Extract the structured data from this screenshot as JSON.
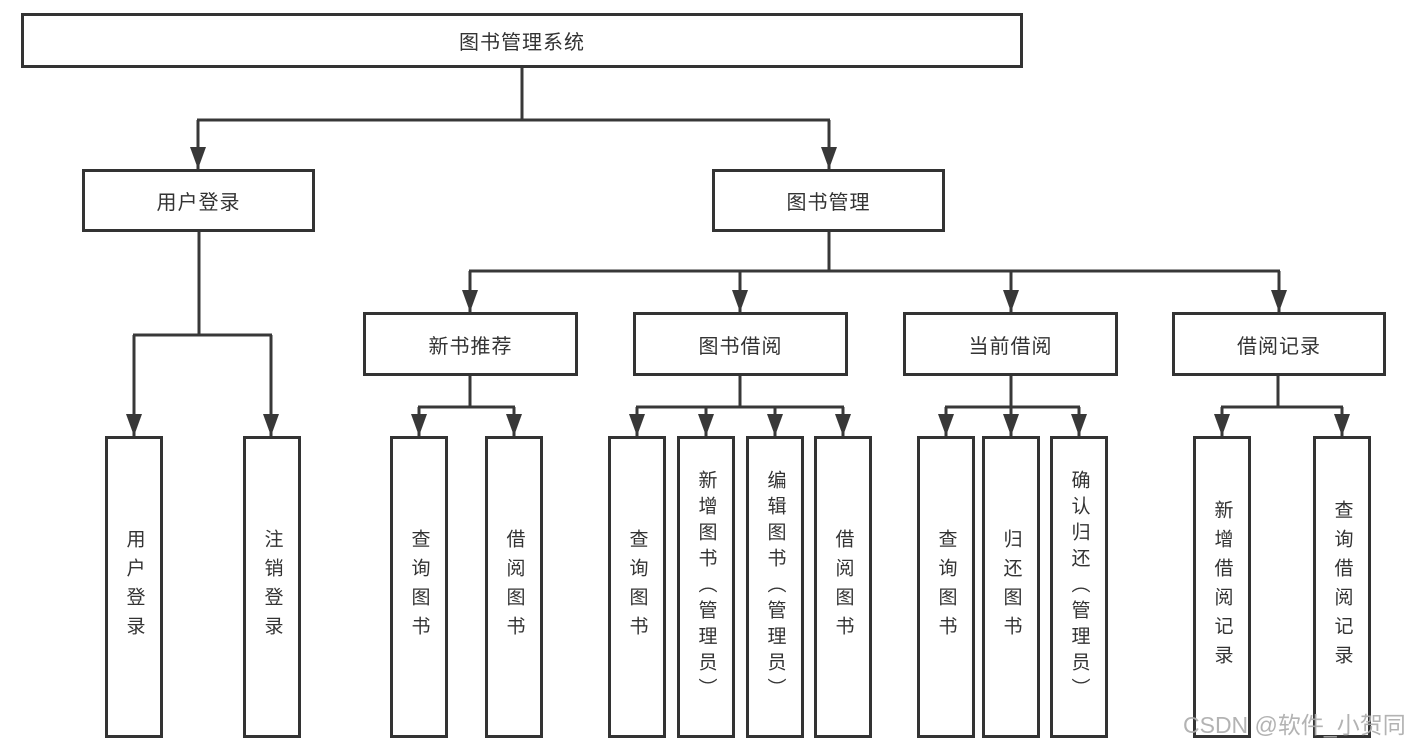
{
  "tree": {
    "root": "图书管理系统",
    "branches": [
      {
        "label": "用户登录",
        "children": [
          "用户登录",
          "注销登录"
        ]
      },
      {
        "label": "图书管理",
        "children": [
          {
            "label": "新书推荐",
            "children": [
              "查询图书",
              "借阅图书"
            ]
          },
          {
            "label": "图书借阅",
            "children": [
              "查询图书",
              "新增图书（管理员）",
              "编辑图书（管理员）",
              "借阅图书"
            ]
          },
          {
            "label": "当前借阅",
            "children": [
              "查询图书",
              "归还图书",
              "确认归还（管理员）"
            ]
          },
          {
            "label": "借阅记录",
            "children": [
              "新增借阅记录",
              "查询借阅记录"
            ]
          }
        ]
      }
    ]
  },
  "watermark": "CSDN @软件_小贺同学",
  "colors": {
    "line": "#383838",
    "box_border": "#333333",
    "text": "#333333",
    "watermark": "#acacac",
    "background": "#ffffff"
  }
}
